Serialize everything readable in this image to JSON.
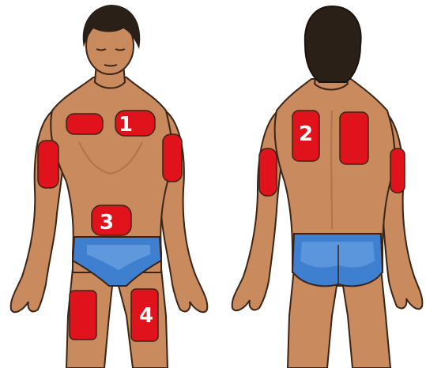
{
  "labels": {
    "chest": "1",
    "upper_back": "2",
    "abdomen": "3",
    "thigh": "4"
  },
  "colors": {
    "skin": "#c98a5e",
    "skin_shadow": "#a86a42",
    "outline": "#3b2418",
    "hair": "#2a2018",
    "site": "#e0121b",
    "briefs": "#3f7fd0",
    "briefs_light": "#7fb2ea"
  }
}
